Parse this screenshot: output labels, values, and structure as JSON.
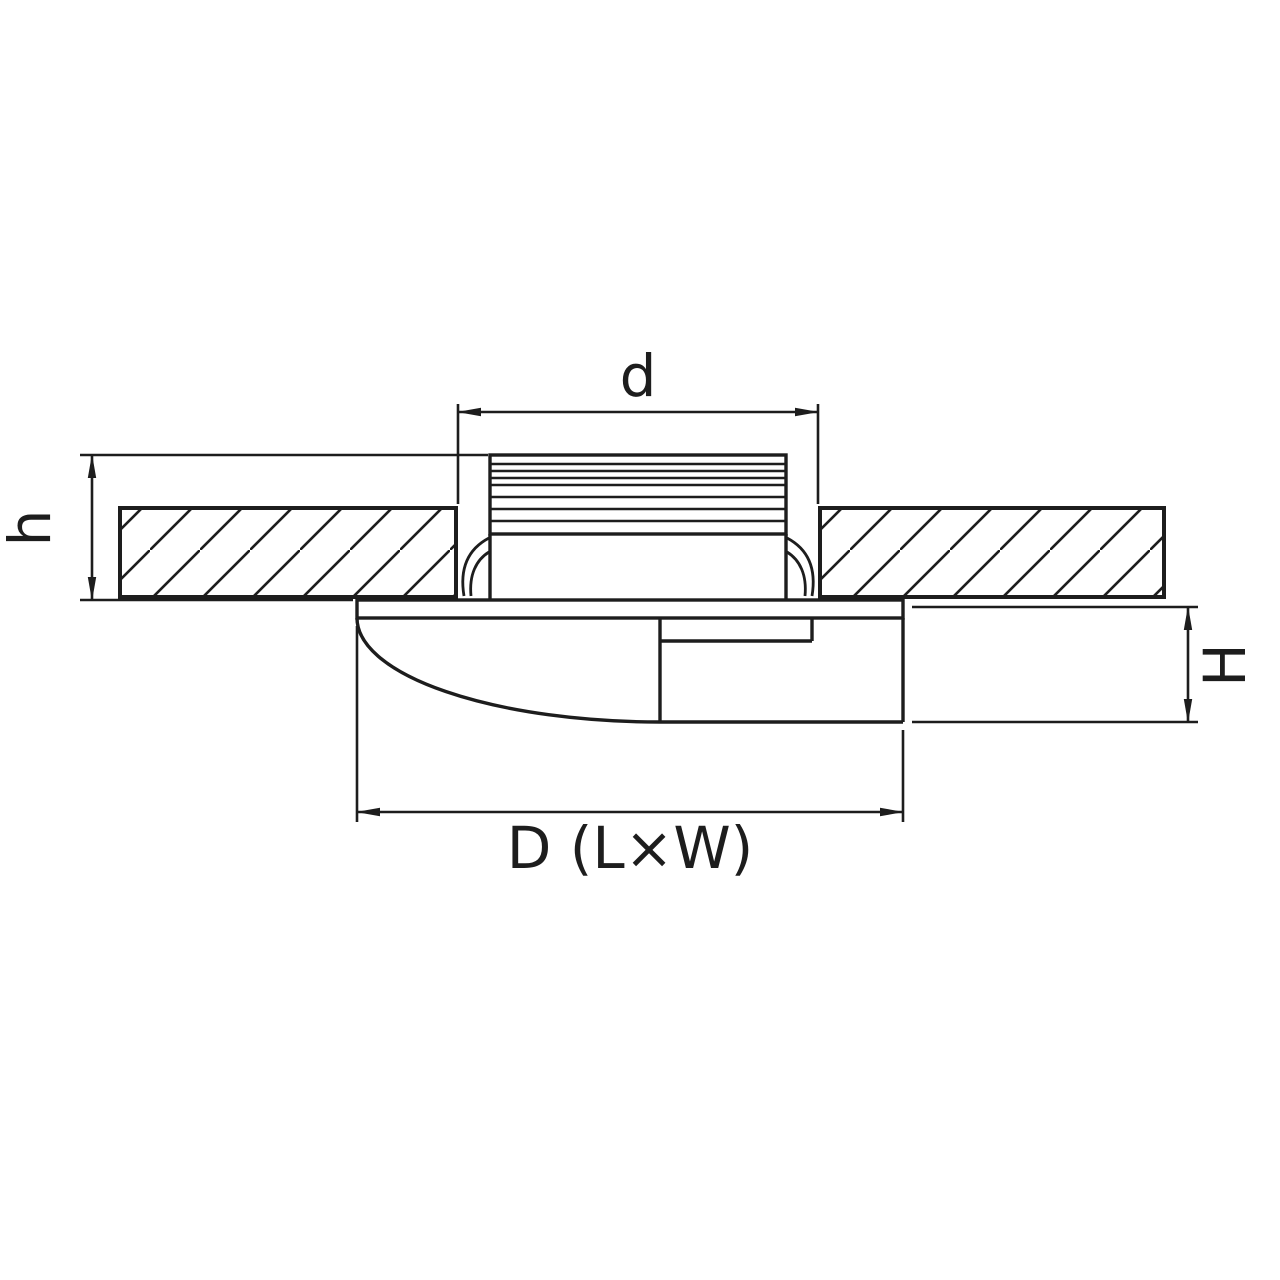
{
  "diagram": {
    "labels": {
      "cutout_diameter": "d",
      "recess_depth": "h",
      "protrusion_height": "H",
      "overall_size": "D (L×W)"
    },
    "colors": {
      "line": "#1d1d1d",
      "background": "#ffffff"
    }
  }
}
